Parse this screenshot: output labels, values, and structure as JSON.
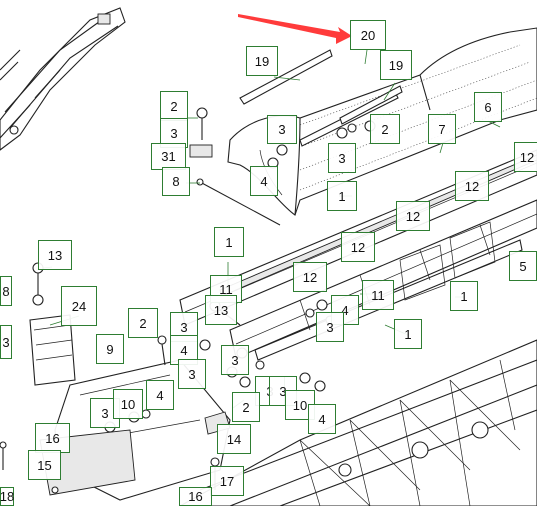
{
  "diagram": {
    "accent_color": "#2e7d32",
    "pointer_color": "#ff3b3b",
    "callouts": [
      {
        "id": "c20",
        "label": "20"
      },
      {
        "id": "c19a",
        "label": "19"
      },
      {
        "id": "c19b",
        "label": "19"
      },
      {
        "id": "c6",
        "label": "6"
      },
      {
        "id": "c7",
        "label": "7"
      },
      {
        "id": "c12a",
        "label": "12"
      },
      {
        "id": "c12b",
        "label": "12"
      },
      {
        "id": "c12c",
        "label": "12"
      },
      {
        "id": "c12d",
        "label": "12"
      },
      {
        "id": "c12e",
        "label": "12"
      },
      {
        "id": "c5",
        "label": "5"
      },
      {
        "id": "c2a",
        "label": "2"
      },
      {
        "id": "c3a",
        "label": "3"
      },
      {
        "id": "c31",
        "label": "31"
      },
      {
        "id": "c8a",
        "label": "8"
      },
      {
        "id": "c3b",
        "label": "3"
      },
      {
        "id": "c4a",
        "label": "4"
      },
      {
        "id": "c3c",
        "label": "3"
      },
      {
        "id": "c2b",
        "label": "2"
      },
      {
        "id": "c1a",
        "label": "1"
      },
      {
        "id": "c1b",
        "label": "1"
      },
      {
        "id": "c1c",
        "label": "1"
      },
      {
        "id": "c1d",
        "label": "1"
      },
      {
        "id": "c11a",
        "label": "11"
      },
      {
        "id": "c11b",
        "label": "11"
      },
      {
        "id": "c13a",
        "label": "13"
      },
      {
        "id": "c13b",
        "label": "13"
      },
      {
        "id": "c8b",
        "label": "8"
      },
      {
        "id": "c24",
        "label": "24"
      },
      {
        "id": "c3d",
        "label": "3"
      },
      {
        "id": "c2c",
        "label": "2"
      },
      {
        "id": "c3e",
        "label": "3"
      },
      {
        "id": "c4b",
        "label": "4"
      },
      {
        "id": "c3f",
        "label": "3"
      },
      {
        "id": "c9",
        "label": "9"
      },
      {
        "id": "c3g",
        "label": "3"
      },
      {
        "id": "c4c",
        "label": "4"
      },
      {
        "id": "c3h",
        "label": "3"
      },
      {
        "id": "c3i",
        "label": "3"
      },
      {
        "id": "c10a",
        "label": "10"
      },
      {
        "id": "c4d",
        "label": "4"
      },
      {
        "id": "c3j",
        "label": "3"
      },
      {
        "id": "c2d",
        "label": "2"
      },
      {
        "id": "c3k",
        "label": "3"
      },
      {
        "id": "c10b",
        "label": "10"
      },
      {
        "id": "c4e",
        "label": "4"
      },
      {
        "id": "c16a",
        "label": "16"
      },
      {
        "id": "c14",
        "label": "14"
      },
      {
        "id": "c15",
        "label": "15"
      },
      {
        "id": "c17",
        "label": "17"
      },
      {
        "id": "c16b",
        "label": "16"
      },
      {
        "id": "c18",
        "label": "18"
      }
    ]
  }
}
